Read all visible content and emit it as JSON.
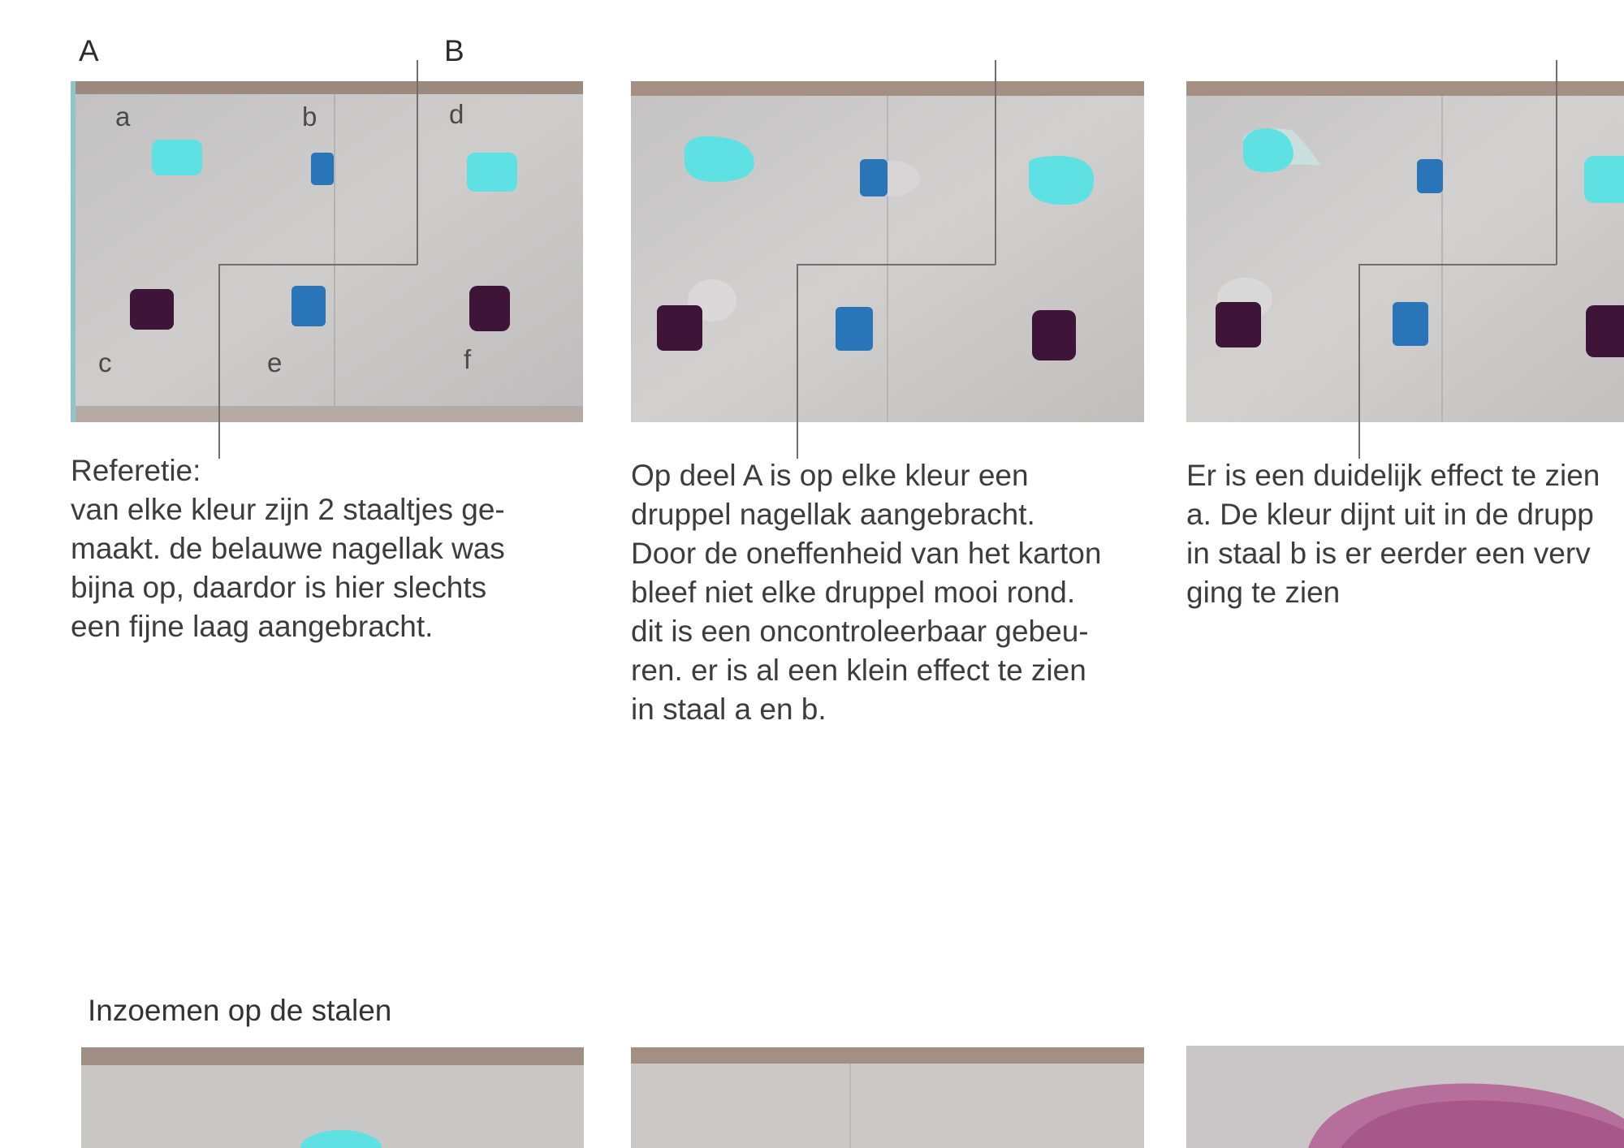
{
  "part_labels": {
    "a": "A",
    "b": "B"
  },
  "photo1": {
    "swatch_labels": {
      "a": "a",
      "b": "b",
      "c": "c",
      "d": "d",
      "e": "e",
      "f": "f"
    }
  },
  "captions": {
    "reference": "Referetie:\nvan elke kleur zijn 2 staaltjes ge-\nmaakt. de belauwe nagellak was\nbijna op, daardor is hier slechts\neen fijne laag aangebracht.",
    "step1": "Op deel A is op elke kleur een\ndruppel nagellak aangebracht.\nDoor de oneffenheid van het karton\nbleef niet elke druppel mooi rond.\ndit is een oncontroleerbaar gebeu-\nren. er is al een klein effect te zien\nin staal a en b.",
    "step2": "Er is een duidelijk effect te zien\na. De kleur dijnt uit in de drupp\nin staal b is er eerder een verv\nging te zien"
  },
  "zoom_section": {
    "heading": "Inzoemen op de stalen"
  },
  "colors": {
    "turquoise": "#5fe0e2",
    "blue": "#2a74b8",
    "purple": "#3e1538",
    "paper": "#c9c7c6",
    "cardboard": "#a08f84"
  }
}
